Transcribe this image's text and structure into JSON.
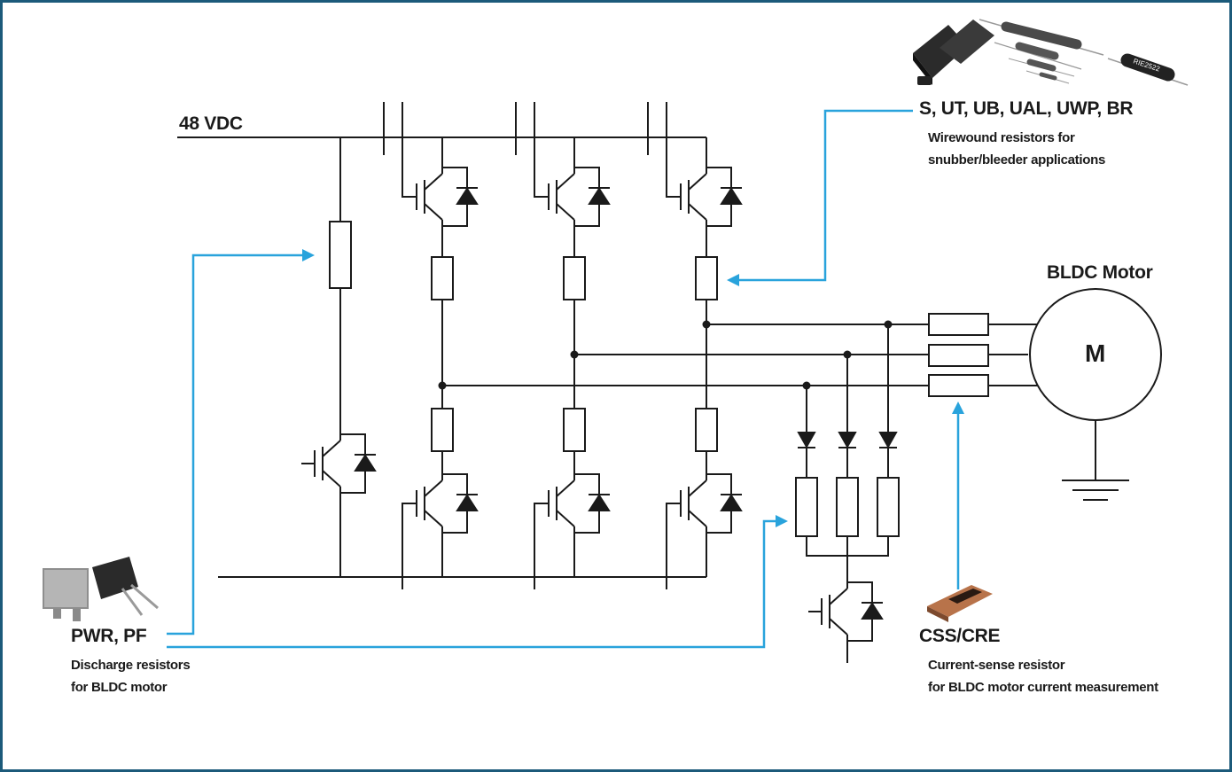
{
  "supply_label": "48  VDC",
  "motor": {
    "title": "BLDC Motor",
    "symbol": "M"
  },
  "wirewound": {
    "title": "S, UT, UB, UAL, UWP, BR",
    "desc1": "Wirewound resistors for",
    "desc2": "snubber/bleeder applications"
  },
  "discharge": {
    "title": "PWR, PF",
    "desc1": "Discharge resistors",
    "desc2": "for BLDC motor"
  },
  "current_sense": {
    "title": "CSS/CRE",
    "desc1": "Current-sense resistor",
    "desc2": "for BLDC motor current measurement"
  },
  "colors": {
    "frame": "#1c5a7a",
    "leader": "#29a3dc",
    "wire": "#1a1a1a"
  },
  "product_images": [
    {
      "name": "wirewound-resistor-photos",
      "marking": "RIE2522"
    },
    {
      "name": "power-resistor-photos"
    },
    {
      "name": "current-sense-resistor-photo"
    }
  ]
}
